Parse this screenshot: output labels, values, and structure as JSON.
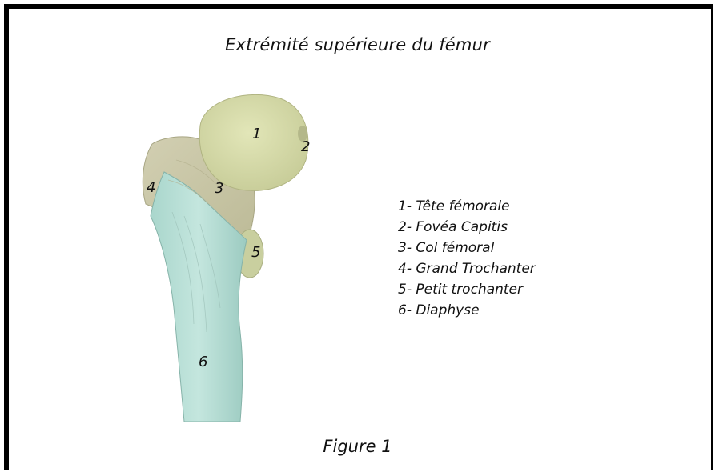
{
  "title": "Extrémité supérieure du fémur",
  "caption": "Figure 1",
  "markers": {
    "m1": "1",
    "m2": "2",
    "m3": "3",
    "m4": "4",
    "m5": "5",
    "m6": "6"
  },
  "legend": [
    "1- Tête fémorale",
    "2- Fovéa Capitis",
    "3- Col fémoral",
    "4- Grand Trochanter",
    "5- Petit trochanter",
    "6- Diaphyse"
  ],
  "colors": {
    "head": "#d7dbaa",
    "neck": "#c9c7a6",
    "shaft": "#b5dcd3",
    "frame": "#000000"
  }
}
